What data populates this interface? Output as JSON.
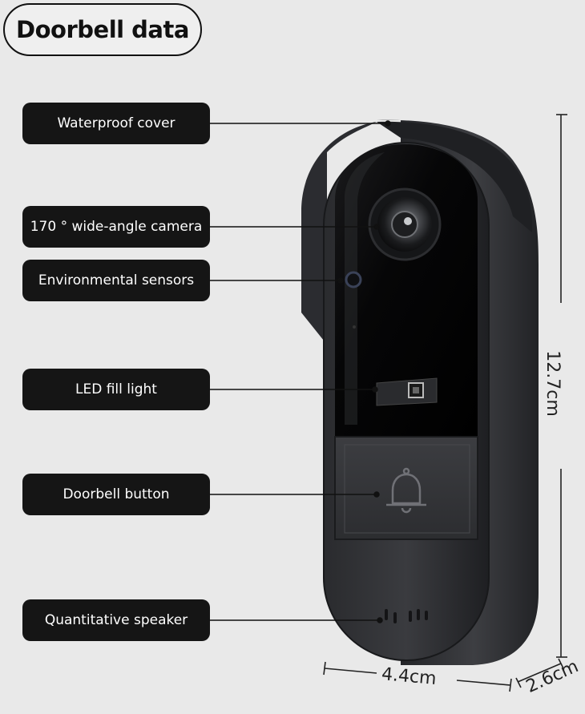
{
  "title": "Doorbell data",
  "labels": {
    "waterproof_cover": "Waterproof cover",
    "camera": "170 ° wide-angle camera",
    "env_sensors": "Environmental sensors",
    "led_fill_light": "LED fill light",
    "doorbell_button": "Doorbell button",
    "speaker": "Quantitative speaker"
  },
  "dimensions": {
    "height": "12.7cm",
    "width": "4.4cm",
    "depth": "2.6cm"
  },
  "icons": {
    "bell": "bell-icon"
  }
}
